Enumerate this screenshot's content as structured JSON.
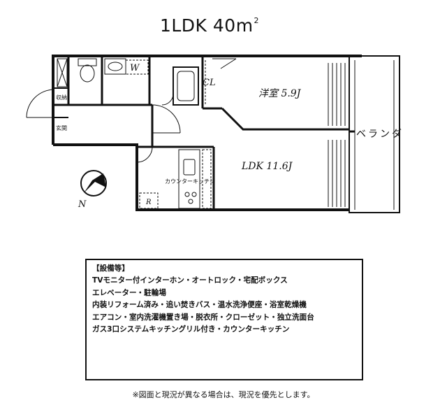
{
  "header": {
    "layout": "1LDK 40m",
    "area_sup": "2"
  },
  "rooms": {
    "wc": "W",
    "closet": "CL",
    "storage": "収納",
    "entrance": "玄関",
    "western_room": "洋室 5.9J",
    "ldk": "LDK 11.6J",
    "kitchen": "カウンターキッチン",
    "fridge": "R",
    "veranda": "ベランダ"
  },
  "compass": {
    "label": "N"
  },
  "facilities": {
    "heading": "【設備等】",
    "lines": [
      "TVモニター付インターホン・オートロック・宅配ボックス",
      "エレベーター・駐輪場",
      "内装リフォーム済み・追い焚きバス・温水洗浄便座・浴室乾燥機",
      "エアコン・室内洗濯機置き場・脱衣所・クローゼット・独立洗面台",
      "ガス3口システムキッチングリル付き・カウンターキッチン"
    ]
  },
  "footnote": "※図面と現況が異なる場合は、現況を優先とします。"
}
